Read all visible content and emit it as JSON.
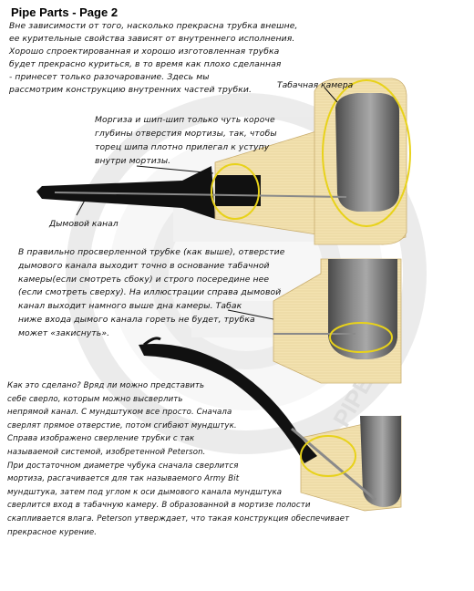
{
  "page": {
    "title": "Pipe Parts - Page 2"
  },
  "intro": {
    "lines": [
      "Вне зависимости от того, насколько прекрасна трубка внешне,",
      "ее курительные свойства зависят от внутреннего исполнения.",
      "Хорошо спроектированная и хорошо изготовленная трубка",
      "будет прекрасно куриться, в то время как плохо сделанная",
      "- принесет только разочарование. Здесь мы",
      "рассмотрим конструкцию внутренних частей трубки."
    ]
  },
  "labels": {
    "bowl_chamber": "Табачная камера",
    "smoke_channel": "Дымовой канал"
  },
  "mortise_note": {
    "lines": [
      "Моргиза и шип-шип только чуть короче",
      "глубины отверстия мортизы, так, чтобы",
      "торец шипа плотно прилегал к уступу",
      "внутри мортизы."
    ]
  },
  "drilling_note": {
    "lines": [
      "В правильно просверленной трубке (как выше), отверстие",
      "дымового канала выходит точно в основание табачной",
      "камеры(если смотреть сбоку) и строго посередине нее",
      "(если смотреть сверху). На иллюстрации справа дымовой",
      "канал выходит намного выше дна камеры. Табак",
      "ниже входа дымого канала гореть не будет, трубка",
      "может «закиснуть»."
    ]
  },
  "bent_note": {
    "lines": [
      "Как это сделано? Вряд ли можно представить",
      "себе сверло, которым можно высверлить",
      "непрямой канал. С мундштуком все просто. Сначала",
      "сверлят прямое отверстие, потом сгибают мундштук.",
      "Справа изображено сверление трубки с так",
      "называемой системой, изобретенной Peterson.",
      "При достаточном диаметре чубука сначала сверлится",
      "мортиза, расгачивается для так называемого Army Bit",
      "мундштука, затем под углом к оси дымового канала мундштука",
      "сверлится вход в табачную камеру. В образованной в мортизе полости",
      "скапливается влага. Peterson утверждает, что  такая конструкция обеспечивает",
      "прекрасное курение."
    ]
  },
  "watermark": {
    "text": "PIPES"
  },
  "colors": {
    "wood": "#f3e2b0",
    "wood_grain": "#d8c08a",
    "bowl_dark": "#555555",
    "bowl_light": "#9a9a9a",
    "stem": "#111111",
    "highlight_ring": "#e8d21a",
    "watermark": "#e8e8e8"
  },
  "icons": {
    "watermark": "circular-seal-watermark"
  }
}
